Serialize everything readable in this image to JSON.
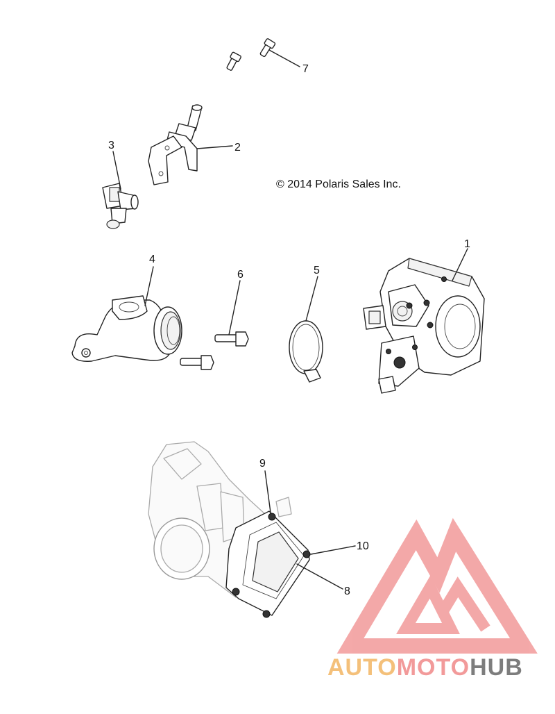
{
  "copyright": "© 2014 Polaris Sales Inc.",
  "callouts": {
    "c1": "1",
    "c2": "2",
    "c3": "3",
    "c4": "4",
    "c5": "5",
    "c6": "6",
    "c7": "7",
    "c8": "8",
    "c9": "9",
    "c10": "10"
  },
  "watermark": {
    "part1": "AUTO",
    "part2": "MOTO",
    "part3": "HUB",
    "colors": {
      "auto": "#f4c07a",
      "moto": "#f29a9a",
      "hub": "#7d7d7d",
      "logo": "#f29a9a"
    }
  }
}
